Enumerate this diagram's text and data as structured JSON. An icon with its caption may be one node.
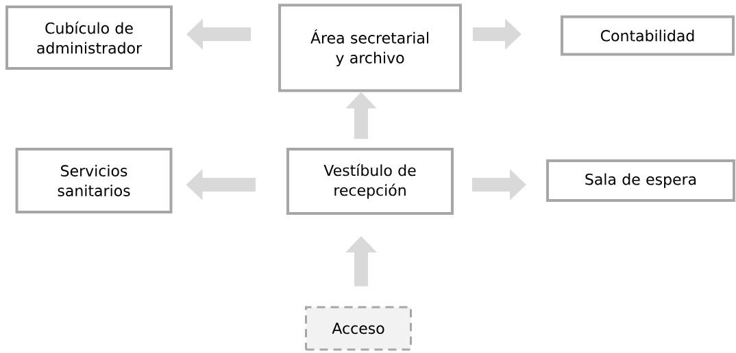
{
  "diagram": {
    "nodes": [
      {
        "text": [
          "Cubículo de administrador"
        ]
      },
      {
        "text": [
          "Área secretarial y archivo"
        ]
      },
      {
        "text": [
          "Contabilidad"
        ]
      },
      {
        "text": [
          "Servicios sanitarios"
        ]
      },
      {
        "text": [
          "Vestíbulo de recepción"
        ]
      },
      {
        "text": [
          "Sala de espera"
        ]
      },
      {
        "text": [
          "Acceso"
        ]
      }
    ],
    "edges": [
      {
        "from": 1,
        "to": 0,
        "arrow": "to"
      },
      {
        "from": 1,
        "to": 2,
        "arrow": "to"
      },
      {
        "from": 4,
        "to": 1,
        "arrow": "to"
      },
      {
        "from": 4,
        "to": 3,
        "arrow": "to"
      },
      {
        "from": 4,
        "to": 5,
        "arrow": "to"
      },
      {
        "from": 6,
        "to": 4,
        "arrow": "to"
      }
    ]
  }
}
